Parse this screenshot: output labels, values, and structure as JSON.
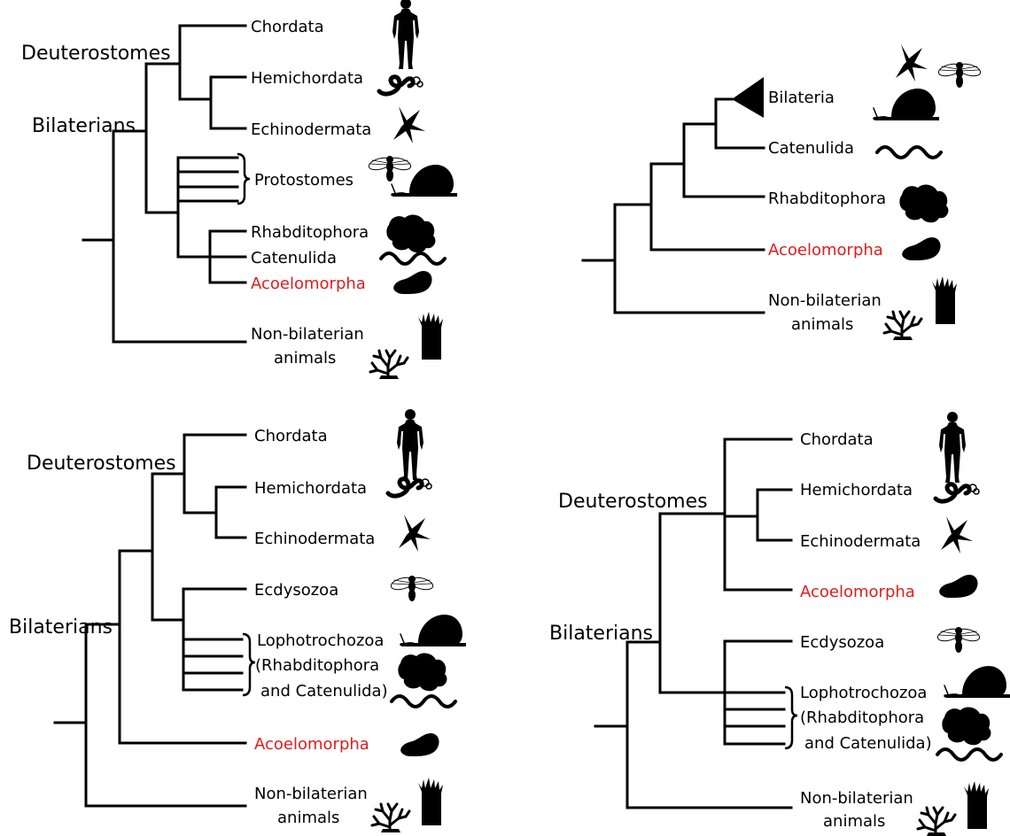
{
  "colors": {
    "line": "#000000",
    "highlight": "#e21b1b"
  },
  "panels": [
    {
      "clades": {
        "deuterostomes": "Deuterostomes",
        "bilaterians": "Bilaterians"
      },
      "taxa": {
        "chordata": "Chordata",
        "hemichordata": "Hemichordata",
        "echinodermata": "Echinodermata",
        "protostomes": "Protostomes",
        "rhabditophora": "Rhabditophora",
        "catenulida": "Catenulida",
        "acoelomorpha": "Acoelomorpha",
        "nonbil_1": "Non-bilaterian",
        "nonbil_2": "animals"
      }
    },
    {
      "taxa": {
        "bilateria": "Bilateria",
        "catenulida": "Catenulida",
        "rhabditophora": "Rhabditophora",
        "acoelomorpha": "Acoelomorpha",
        "nonbil_1": "Non-bilaterian",
        "nonbil_2": "animals"
      }
    },
    {
      "clades": {
        "deuterostomes": "Deuterostomes",
        "bilaterians": "Bilaterians"
      },
      "taxa": {
        "chordata": "Chordata",
        "hemichordata": "Hemichordata",
        "echinodermata": "Echinodermata",
        "ecdysozoa": "Ecdysozoa",
        "lopho_1": "Lophotrochozoa",
        "lopho_2": "(Rhabditophora",
        "lopho_3": "and Catenulida)",
        "acoelomorpha": "Acoelomorpha",
        "nonbil_1": "Non-bilaterian",
        "nonbil_2": "animals"
      }
    },
    {
      "clades": {
        "deuterostomes": "Deuterostomes",
        "bilaterians": "Bilaterians"
      },
      "taxa": {
        "chordata": "Chordata",
        "hemichordata": "Hemichordata",
        "echinodermata": "Echinodermata",
        "acoelomorpha": "Acoelomorpha",
        "ecdysozoa": "Ecdysozoa",
        "lopho_1": "Lophotrochozoa",
        "lopho_2": "(Rhabditophora",
        "lopho_3": "and Catenulida)",
        "nonbil_1": "Non-bilaterian",
        "nonbil_2": "animals"
      }
    }
  ]
}
